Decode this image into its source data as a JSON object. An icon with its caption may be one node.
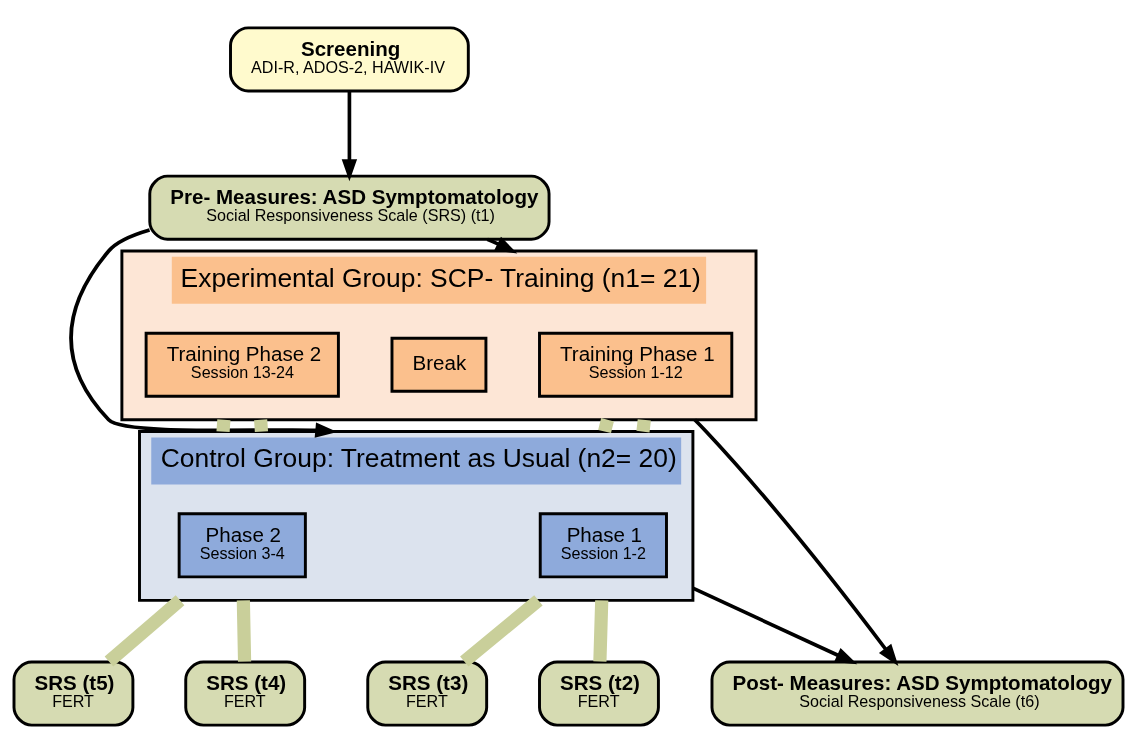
{
  "diagram": {
    "nodes": [
      {
        "text": [
          "Screening",
          "ADI-R, ADOS-2, HAWIK-IV"
        ]
      },
      {
        "text": [
          "Pre- Measures: ASD Symptomatology",
          "Social Responsiveness Scale (SRS) (t1)"
        ]
      },
      {
        "text": [
          "Experimental Group: SCP- Training (n1= 21)"
        ]
      },
      {
        "text": [
          "Training Phase 1",
          "Session 1-12"
        ],
        "in": 2
      },
      {
        "text": [
          "Break"
        ],
        "in": 2
      },
      {
        "text": [
          "Training Phase 2",
          "Session 13-24"
        ],
        "in": 2
      },
      {
        "text": [
          "Control Group: Treatment as Usual (n2= 20)"
        ]
      },
      {
        "text": [
          "Phase 1",
          "Session 1-2"
        ],
        "in": 6
      },
      {
        "text": [
          "Phase 2",
          "Session 3-4"
        ],
        "in": 6
      },
      {
        "text": [
          "SRS (t2)",
          "FERT"
        ]
      },
      {
        "text": [
          "SRS (t3)",
          "FERT"
        ]
      },
      {
        "text": [
          "SRS (t4)",
          "FERT"
        ]
      },
      {
        "text": [
          "SRS (t5)",
          "FERT"
        ]
      },
      {
        "text": [
          "Post- Measures: ASD Symptomatology",
          "Social Responsiveness Scale (t6)"
        ]
      }
    ],
    "edges": [
      {
        "from": 0,
        "to": 1,
        "arrow": "to",
        "color": "#000000"
      },
      {
        "from": 1,
        "to": 2,
        "arrow": "to",
        "color": "#000000"
      },
      {
        "from": 1,
        "to": 6,
        "arrow": "to",
        "color": "#000000"
      },
      {
        "from": 2,
        "to": 13,
        "arrow": "to",
        "color": "#000000"
      },
      {
        "from": 6,
        "to": 13,
        "arrow": "to",
        "color": "#000000"
      },
      {
        "from": 2,
        "to": 6,
        "arrow": "none"
      },
      {
        "from": 2,
        "to": 6,
        "arrow": "none"
      },
      {
        "from": 2,
        "to": 6,
        "arrow": "none"
      },
      {
        "from": 2,
        "to": 6,
        "arrow": "none"
      },
      {
        "from": 6,
        "to": 9,
        "arrow": "none"
      },
      {
        "from": 6,
        "to": 10,
        "arrow": "none"
      },
      {
        "from": 6,
        "to": 11,
        "arrow": "none"
      },
      {
        "from": 6,
        "to": 12,
        "arrow": "none"
      }
    ]
  }
}
